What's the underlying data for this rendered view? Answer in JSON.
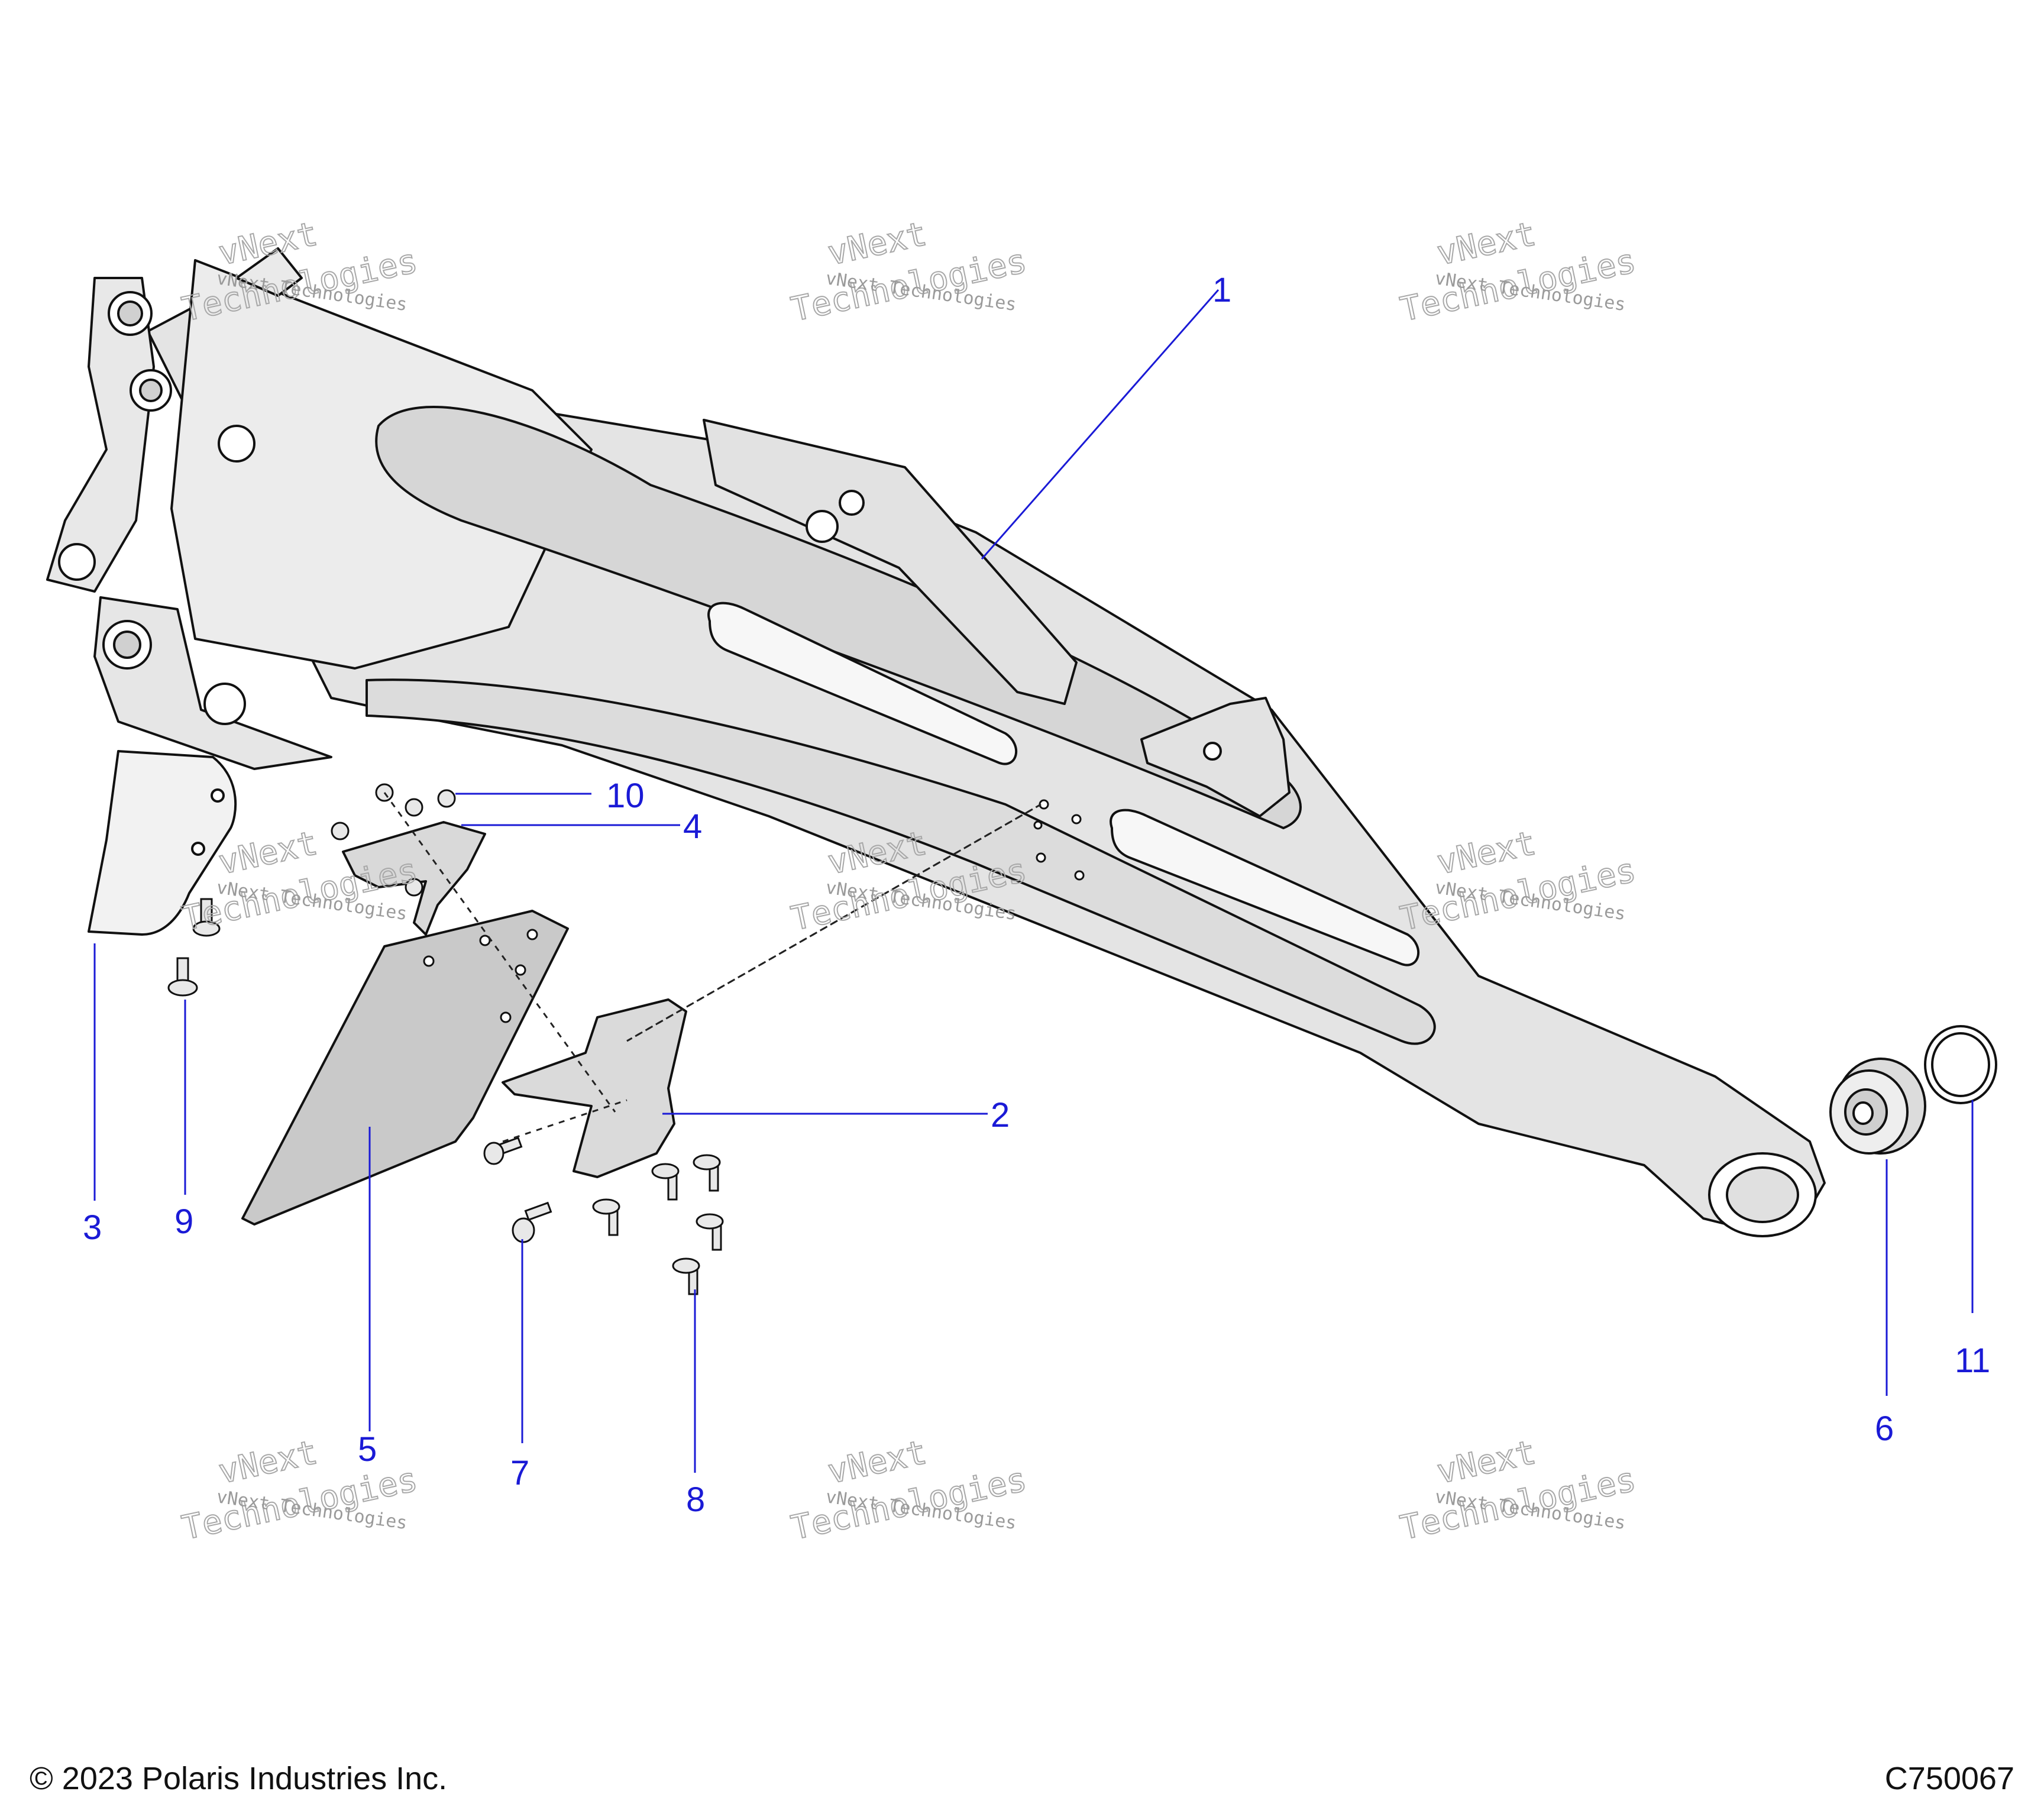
{
  "footer": {
    "copyright": "© 2023 Polaris Industries Inc.",
    "diagram_id": "C750067"
  },
  "callouts": [
    "1",
    "2",
    "3",
    "4",
    "5",
    "6",
    "7",
    "8",
    "9",
    "10",
    "11"
  ],
  "watermark": {
    "line1": "vNext",
    "line2": "Technologies",
    "small": "vNext Technologies"
  },
  "colors": {
    "part_fill": "#e4e4e4",
    "part_shade": "#c8c8c8",
    "outline": "#111111",
    "callout": "#1a1ad6"
  }
}
